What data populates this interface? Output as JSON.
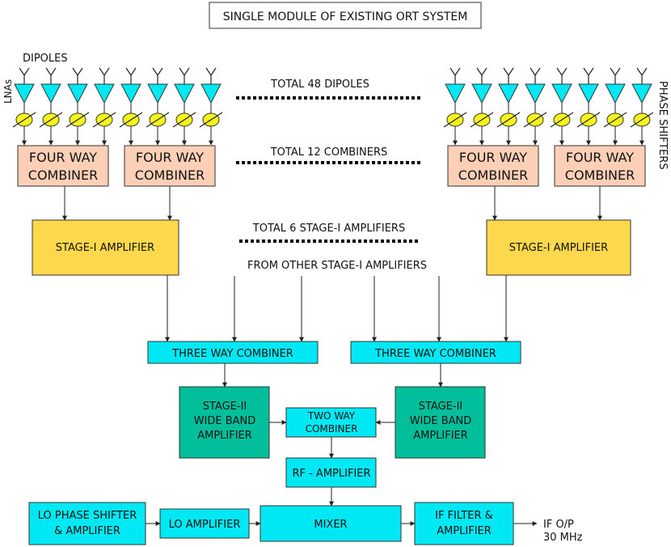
{
  "title": "SINGLE MODULE OF EXISTING ORT SYSTEM",
  "side_labels": {
    "dipoles": "DIPOLES",
    "lnas": "LNAs",
    "phase_shifters": "PHASE SHIFTERS"
  },
  "totals": {
    "dipoles": "TOTAL 48 DIPOLES",
    "combiners": "TOTAL 12 COMBINERS",
    "stage1": "TOTAL 6 STAGE-I AMPLIFIERS",
    "other_stage1": "FROM OTHER STAGE-I AMPLIFIERS"
  },
  "blocks": {
    "four_way_line1": "FOUR WAY",
    "four_way_line2": "COMBINER",
    "stage1": "STAGE-I AMPLIFIER",
    "three_way": "THREE WAY COMBINER",
    "stage2_line1": "STAGE-II",
    "stage2_line2": "WIDE BAND",
    "stage2_line3": "AMPLIFIER",
    "two_way_line1": "TWO WAY",
    "two_way_line2": "COMBINER",
    "rf_amp": "RF - AMPLIFIER",
    "lo_ps_line1": "LO PHASE SHIFTER",
    "lo_ps_line2": "& AMPLIFIER",
    "lo_amp": "LO AMPLIFIER",
    "mixer": "MIXER",
    "if_line1": "IF FILTER &",
    "if_line2": "AMPLIFIER"
  },
  "output": {
    "line1": "IF O/P",
    "line2": "30 MHz"
  },
  "colors": {
    "cyan": "#00e8f4",
    "salmon": "#fdcfb6",
    "gold": "#fdd84c",
    "teal": "#00bf9a",
    "yellow": "#f5f51c",
    "line": "#222222"
  }
}
